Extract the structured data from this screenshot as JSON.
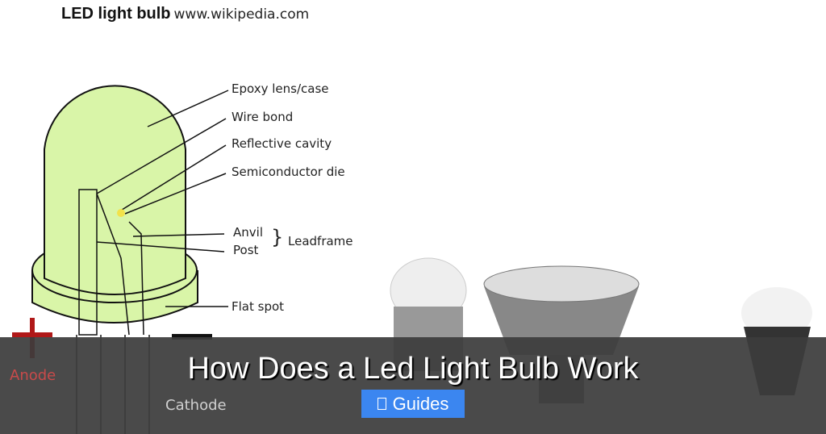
{
  "image": {
    "header_bold": "LED light bulb",
    "header_url": "www.wikipedia.com",
    "labels": {
      "epoxy": "Epoxy lens/case",
      "wire_bond": "Wire bond",
      "reflective": "Reflective cavity",
      "semiconductor": "Semiconductor die",
      "anvil": "Anvil",
      "post": "Post",
      "leadframe": "Leadframe",
      "flat_spot": "Flat spot",
      "anode": "Anode",
      "cathode": "Cathode"
    },
    "colors": {
      "lens": "#d9f5a8",
      "anode": "#b01818",
      "overlay": "#3c3c3c",
      "category": "#3b86f0"
    }
  },
  "post": {
    "title": "How Does a Led Light Bulb Work",
    "category_icon": "folder-icon",
    "category": "Guides"
  }
}
